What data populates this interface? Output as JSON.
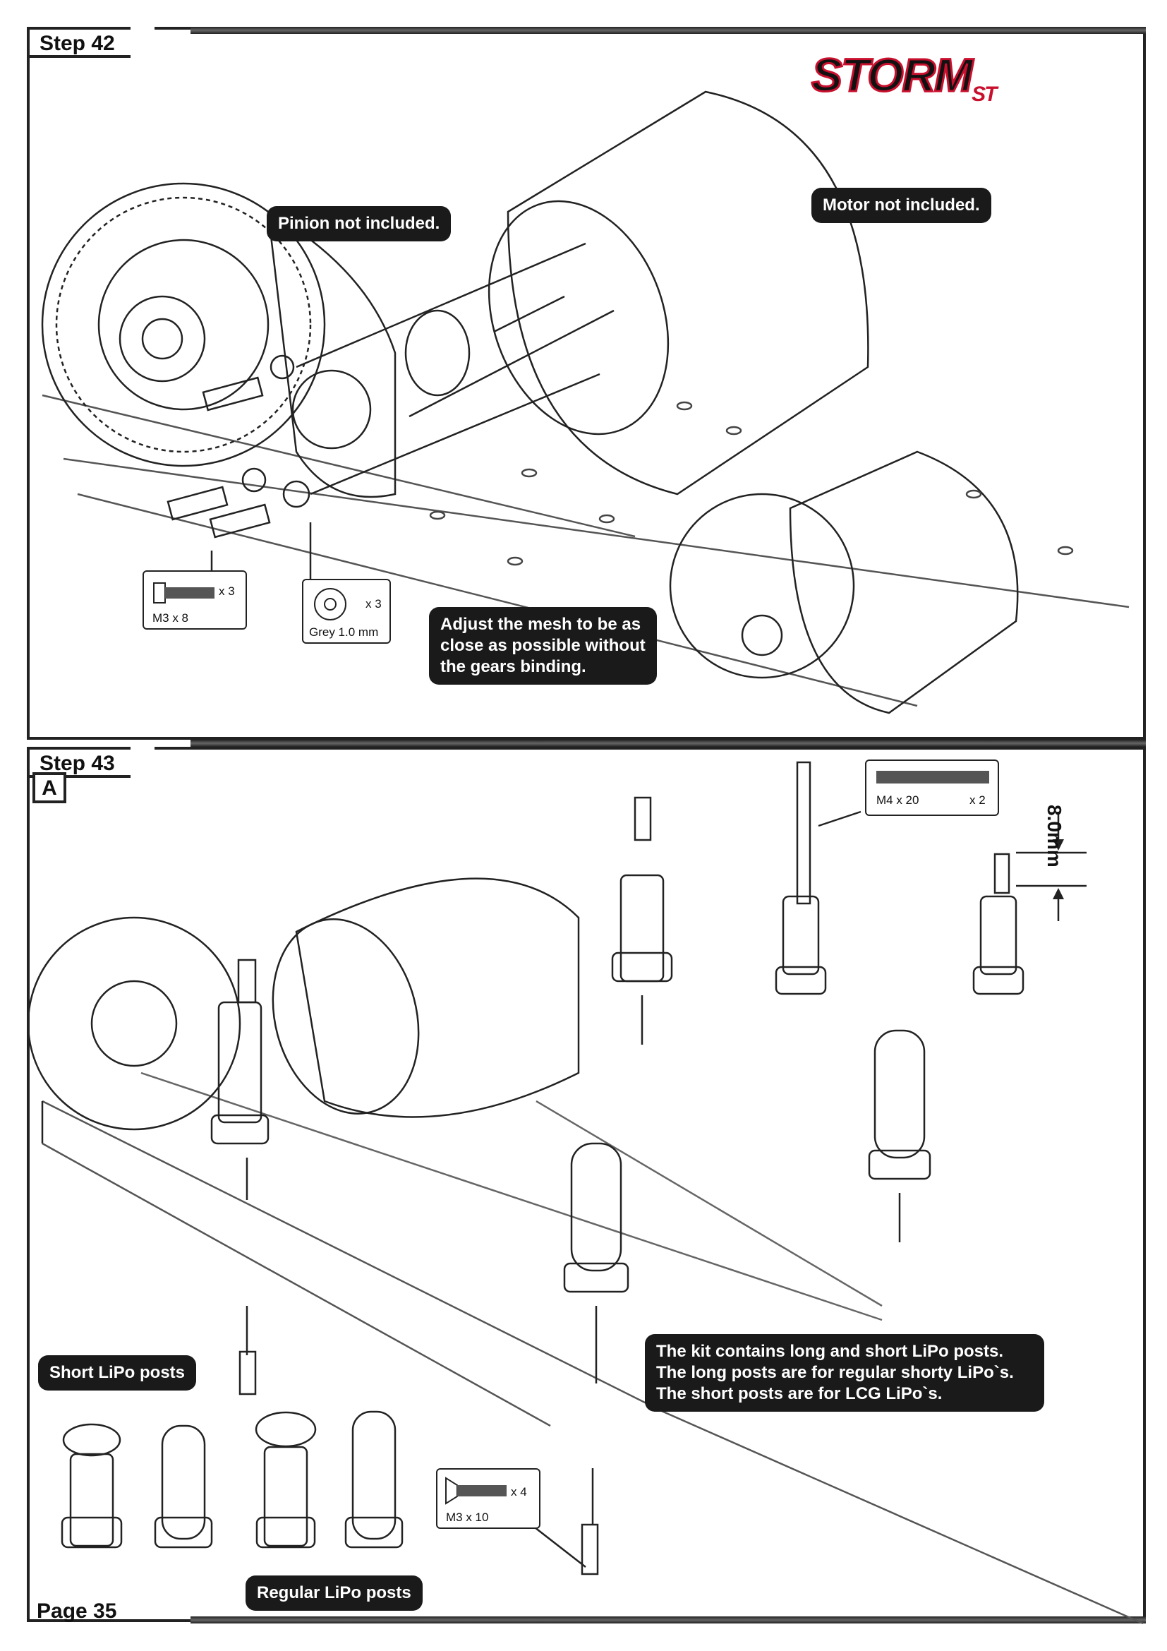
{
  "brand": {
    "logo_main": "STORM",
    "logo_sub": "ST",
    "accent": "#c8102e"
  },
  "step42": {
    "title": "Step 42",
    "callouts": {
      "pinion": "Pinion not included.",
      "motor": "Motor not included.",
      "mesh": "Adjust the mesh to be as\nclose as possible without\nthe gears binding."
    },
    "parts": [
      {
        "name": "M3 x 8",
        "qty": "x 3"
      },
      {
        "name": "Grey 1.0 mm",
        "qty": "x 3"
      }
    ]
  },
  "step43": {
    "title": "Step 43",
    "sub_label": "A",
    "dimension": "8.0mm",
    "callouts": {
      "short": "Short LiPo posts",
      "regular": "Regular LiPo posts",
      "info": "The kit contains long and short LiPo posts.\nThe long posts are for regular shorty LiPo`s.\nThe short posts are for LCG LiPo`s."
    },
    "parts": [
      {
        "name": "M4 x 20",
        "qty": "x 2"
      },
      {
        "name": "M3 x 10",
        "qty": "x 4"
      }
    ]
  },
  "footer": {
    "page": "Page 35"
  }
}
